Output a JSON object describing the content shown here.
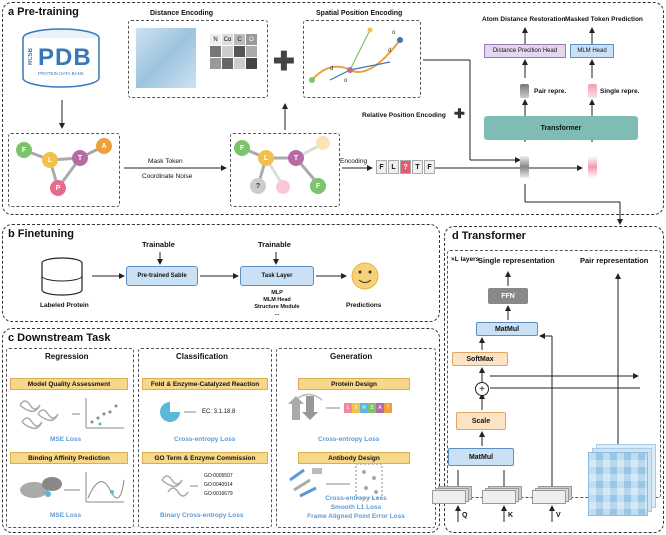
{
  "pretraining": {
    "title": "a Pre-training",
    "pdb_top": "PDB",
    "pdb_rcsb": "RCSB",
    "pdb_sub": "PROTEIN DATA BANK",
    "distance_encoding": "Distance Encoding",
    "dist_tokens": [
      "N",
      "Cα",
      "C",
      "O"
    ],
    "spatial_encoding": "Spatial Position Encoding",
    "atom_distance": "Atom Distance Restoration",
    "masked_token": "Masked Token Prediction",
    "distance_head": "Distance Precition Head",
    "mlm_head": "MLM Head",
    "pair_repre": "Pair repre.",
    "single_repre": "Single repre.",
    "relative_pos": "Relative Position Encoding",
    "transformer": "Transformer",
    "mask_token": "Mask Token",
    "coord_noise": "Coordinate Noise",
    "encoding": "Encoding",
    "seq_tokens": [
      "F",
      "L",
      "?",
      "T",
      "F"
    ],
    "nodes_left": [
      "F",
      "L",
      "T",
      "A",
      "P"
    ],
    "nodes_mid": [
      "F",
      "L",
      "T",
      "?",
      "F"
    ]
  },
  "finetuning": {
    "title": "b Finetuning",
    "trainable1": "Trainable",
    "trainable2": "Trainable",
    "labeled_protein": "Labeled Protein",
    "pretrained": "Pre-trained Sable",
    "task_layer": "Task Layer",
    "task_list": [
      "MLP",
      "MLM Head",
      "Structure Module",
      "..."
    ],
    "predictions": "Predictions"
  },
  "downstream": {
    "title": "c Downstream Task",
    "regression": "Regression",
    "classification": "Classification",
    "generation": "Generation",
    "mqa": "Model Quality Assessment",
    "mse1": "MSE Loss",
    "bap": "Binding Affinity Prediction",
    "mse2": "MSE Loss",
    "fold": "Fold & Enzyme-Catalyzed Reaction",
    "ec": "EC: 3.1.18.8",
    "ce1": "Cross-entropy Loss",
    "go": "GO Term & Enzyme Commission",
    "go_terms": [
      "GO:0005507",
      "GO:0040914",
      "GO:0016679"
    ],
    "bce": "Binary Cross-entropy Loss",
    "protein_design": "Protein Design",
    "seq_out": [
      "L",
      "K",
      "R",
      "S",
      "A",
      "T"
    ],
    "ce2": "Cross-entropy Loss",
    "antibody": "Antibody Design",
    "ce3": "Cross-entropy Loss",
    "smooth": "Smooth L1 Loss",
    "fape": "Frame Aligned Point Error Loss"
  },
  "transformer": {
    "title": "d Transformer",
    "layers": "×L layers",
    "single_rep": "Single representation",
    "pair_rep": "Pair representation",
    "ffn": "FFN",
    "matmul_top": "MatMul",
    "softmax": "SoftMax",
    "plus": "+",
    "scale": "Scale",
    "matmul_bot": "MatMul",
    "q": "Q",
    "k": "K",
    "v": "V"
  },
  "colors": {
    "teal": "#7fbcb5",
    "blue_box": "#c9e0f5",
    "orange_box": "#fbe3c4",
    "yellow_hdr": "#f7d78a",
    "loss_blue": "#5b9bd5"
  }
}
